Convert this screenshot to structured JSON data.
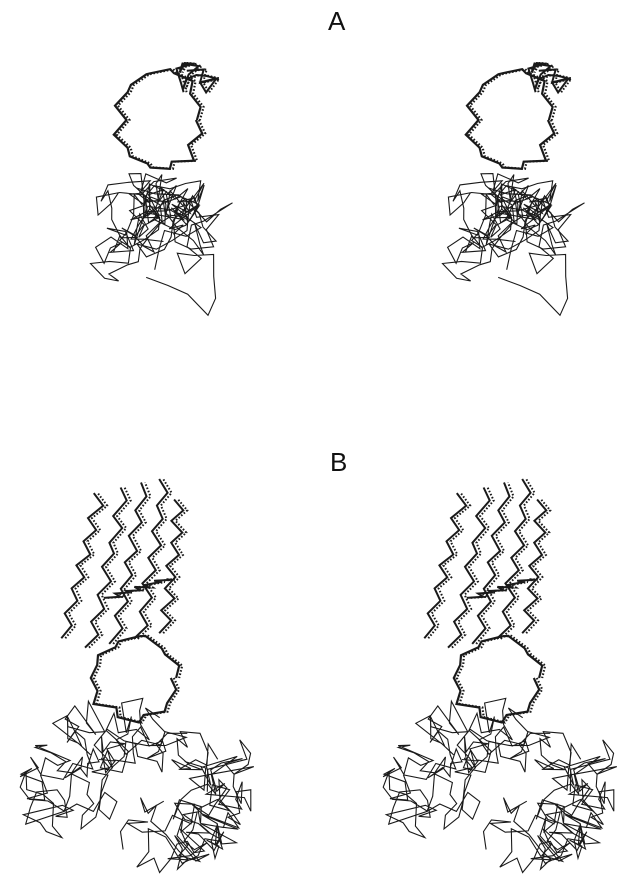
{
  "panels": [
    {
      "label": "A",
      "views": [
        "left-eye",
        "right-eye"
      ]
    },
    {
      "label": "B",
      "views": [
        "left-eye",
        "right-eye"
      ]
    }
  ],
  "colors": {
    "trace": "#1a1a1a",
    "dotted_trace": "#1a1a1a",
    "background": "#ffffff"
  }
}
